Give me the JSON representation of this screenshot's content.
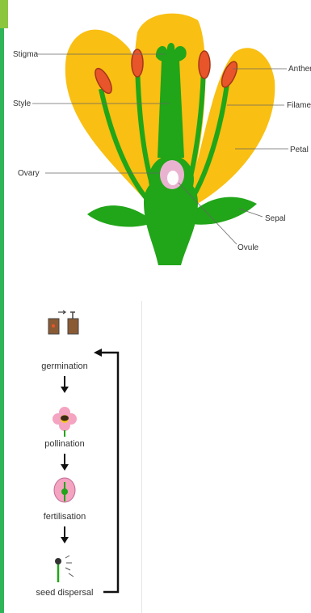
{
  "flower_diagram": {
    "labels": {
      "stigma": "Stigma",
      "style": "Style",
      "ovary": "Ovary",
      "anther": "Anther",
      "filament": "Filame",
      "petal": "Petal",
      "sepal": "Sepal",
      "ovule": "Ovule"
    }
  },
  "life_cycle": {
    "stages": [
      "germination",
      "pollination",
      "fertilisation",
      "seed dispersal"
    ]
  },
  "colors": {
    "sidebar_green": "#2fb559",
    "petal_yellow": "#f9bf12",
    "plant_green": "#21a519",
    "anther_orange": "#e8552a"
  }
}
